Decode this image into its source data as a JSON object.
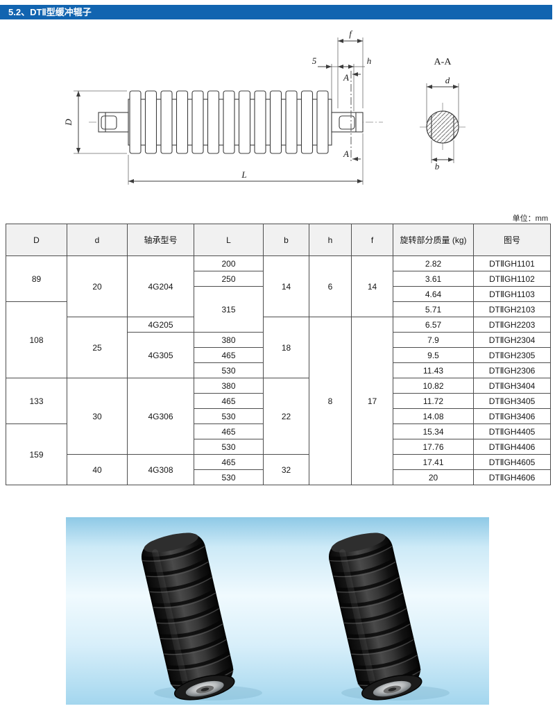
{
  "page": {
    "title": "5.2、DTⅡ型缓冲辊子",
    "unit_note": "单位：mm"
  },
  "drawing": {
    "labels": {
      "D": "D",
      "L": "L",
      "f": "f",
      "gap5": "5",
      "h": "h",
      "A": "A",
      "section_title": "A-A",
      "d": "d",
      "b": "b"
    }
  },
  "table": {
    "headers": [
      "D",
      "d",
      "轴承型号",
      "L",
      "b",
      "h",
      "f",
      "旋转部分质量 (kg)",
      "图号"
    ],
    "rows": [
      [
        {
          "t": "89",
          "rs": 3
        },
        {
          "t": "20",
          "rs": 4
        },
        {
          "t": "4G204",
          "rs": 4
        },
        {
          "t": "200"
        },
        {
          "t": "14",
          "rs": 4
        },
        {
          "t": "6",
          "rs": 4
        },
        {
          "t": "14",
          "rs": 4
        },
        {
          "t": "2.82"
        },
        {
          "t": "DTⅡGH1101"
        }
      ],
      [
        {
          "t": "250"
        },
        {
          "t": "3.61"
        },
        {
          "t": "DTⅡGH1102"
        }
      ],
      [
        {
          "t": "315",
          "rs": 3
        },
        {
          "t": "4.64"
        },
        {
          "t": "DTⅡGH1103"
        }
      ],
      [
        {
          "t": "108",
          "rs": 5
        },
        {
          "t": "5.71"
        },
        {
          "t": "DTⅡGH2103"
        }
      ],
      [
        {
          "t": "25",
          "rs": 4
        },
        {
          "t": "4G205"
        },
        {
          "t": "18",
          "rs": 4
        },
        {
          "t": "8",
          "rs": 11
        },
        {
          "t": "17",
          "rs": 11
        },
        {
          "t": "6.57"
        },
        {
          "t": "DTⅡGH2203"
        }
      ],
      [
        {
          "t": "4G305",
          "rs": 3
        },
        {
          "t": "380"
        },
        {
          "t": "7.9"
        },
        {
          "t": "DTⅡGH2304"
        }
      ],
      [
        {
          "t": "465"
        },
        {
          "t": "9.5"
        },
        {
          "t": "DTⅡGH2305"
        }
      ],
      [
        {
          "t": "530"
        },
        {
          "t": "11.43"
        },
        {
          "t": "DTⅡGH2306"
        }
      ],
      [
        {
          "t": "133",
          "rs": 3
        },
        {
          "t": "30",
          "rs": 5
        },
        {
          "t": "4G306",
          "rs": 5
        },
        {
          "t": "380"
        },
        {
          "t": "22",
          "rs": 5
        },
        {
          "t": "10.82"
        },
        {
          "t": "DTⅡGH3404"
        }
      ],
      [
        {
          "t": "465"
        },
        {
          "t": "11.72"
        },
        {
          "t": "DTⅡGH3405"
        }
      ],
      [
        {
          "t": "530"
        },
        {
          "t": "14.08"
        },
        {
          "t": "DTⅡGH3406"
        }
      ],
      [
        {
          "t": "159",
          "rs": 4
        },
        {
          "t": "465"
        },
        {
          "t": "15.34"
        },
        {
          "t": "DTⅡGH4405"
        }
      ],
      [
        {
          "t": "530"
        },
        {
          "t": "17.76"
        },
        {
          "t": "DTⅡGH4406"
        }
      ],
      [
        {
          "t": "40",
          "rs": 2
        },
        {
          "t": "4G308",
          "rs": 2
        },
        {
          "t": "465"
        },
        {
          "t": "32",
          "rs": 2
        },
        {
          "t": "17.41"
        },
        {
          "t": "DTⅡGH4605"
        }
      ],
      [
        {
          "t": "530"
        },
        {
          "t": "20"
        },
        {
          "t": "DTⅡGH4606"
        }
      ]
    ]
  }
}
